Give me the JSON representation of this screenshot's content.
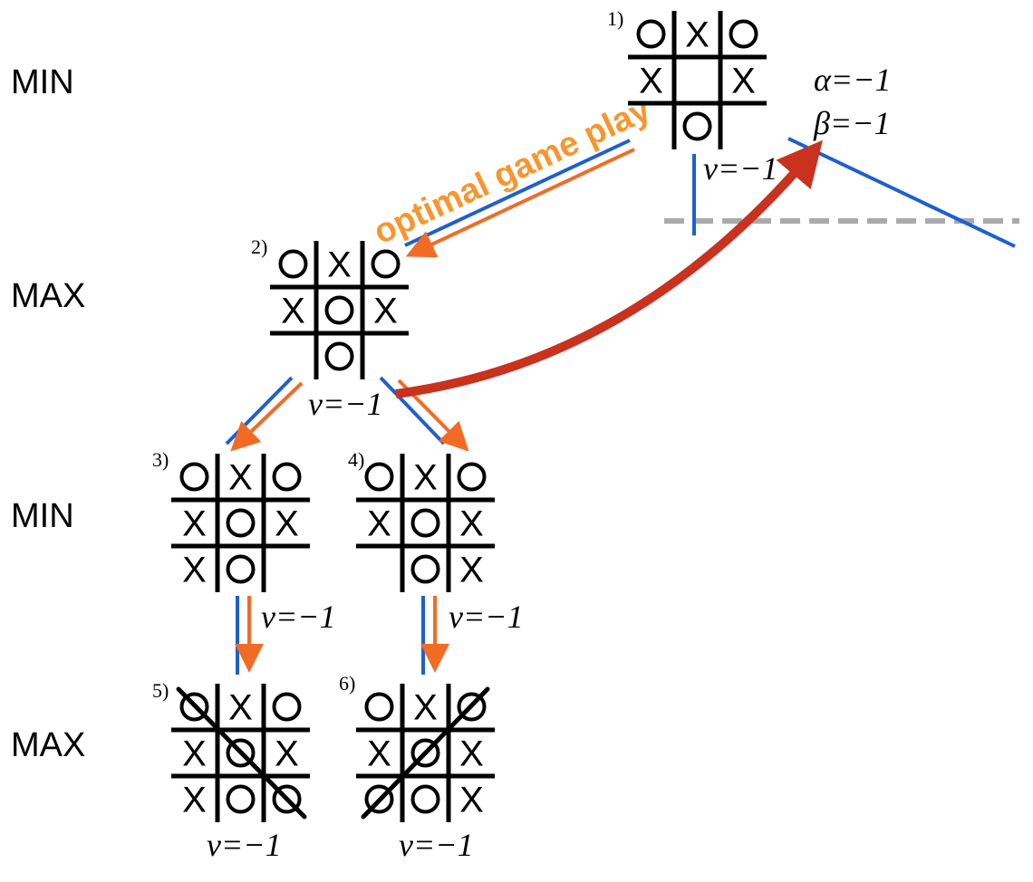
{
  "levels": [
    {
      "id": "L0",
      "label": "MIN"
    },
    {
      "id": "L1",
      "label": "MAX"
    },
    {
      "id": "L2",
      "label": "MIN"
    },
    {
      "id": "L3",
      "label": "MAX"
    }
  ],
  "boards": [
    {
      "id": "1",
      "label": "1)",
      "cells": [
        "O",
        "X",
        "O",
        "X",
        "",
        "X",
        "",
        "O",
        ""
      ],
      "value": "v=−1"
    },
    {
      "id": "2",
      "label": "2)",
      "cells": [
        "O",
        "X",
        "O",
        "X",
        "O",
        "X",
        "",
        "O",
        ""
      ],
      "value": "v=−1"
    },
    {
      "id": "3",
      "label": "3)",
      "cells": [
        "O",
        "X",
        "O",
        "X",
        "O",
        "X",
        "X",
        "O",
        ""
      ],
      "value": "v=−1"
    },
    {
      "id": "4",
      "label": "4)",
      "cells": [
        "O",
        "X",
        "O",
        "X",
        "O",
        "X",
        "",
        "O",
        "X"
      ],
      "value": "v=−1"
    },
    {
      "id": "5",
      "label": "5)",
      "cells": [
        "O",
        "X",
        "O",
        "X",
        "O",
        "X",
        "X",
        "O",
        "O"
      ],
      "value": "v=−1",
      "win": "diag-main"
    },
    {
      "id": "6",
      "label": "6)",
      "cells": [
        "O",
        "X",
        "O",
        "X",
        "O",
        "X",
        "O",
        "O",
        "X"
      ],
      "value": "v=−1",
      "win": "diag-anti"
    }
  ],
  "alpha_beta": {
    "alpha": "α=−1",
    "beta": "β=−1"
  },
  "annotation": "optimal game play",
  "colors": {
    "minimax_edge": "#1f5fcf",
    "optimal_edge": "#f26b25",
    "propagation_arrow": "#c8321f",
    "pruned_line": "#aaaaaa",
    "annotation": "#f7962f"
  }
}
